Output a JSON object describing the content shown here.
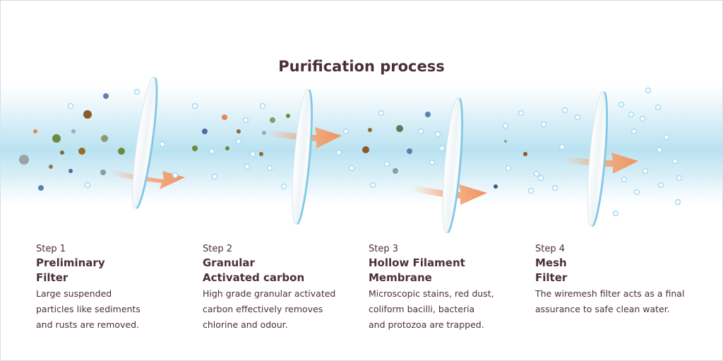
{
  "title": "Purification process",
  "colors": {
    "title": "#4a2f38",
    "text": "#4a2f38",
    "water": "#bfe6f2",
    "arrow": "#f29a6b",
    "filter_edge": "#4fb6df",
    "bubble": "#a9dcf4"
  },
  "steps": [
    {
      "number": "Step 1",
      "name": [
        "Preliminary",
        "Filter"
      ],
      "description": [
        "Large suspended",
        "particles like sediments",
        "and rusts are removed."
      ]
    },
    {
      "number": "Step 2",
      "name": [
        "Granular",
        "Activated carbon"
      ],
      "description": [
        "High grade granular activated",
        "carbon effectively removes",
        "chlorine and odour."
      ]
    },
    {
      "number": "Step 3",
      "name": [
        "Hollow Filament",
        "Membrane"
      ],
      "description": [
        "Microscopic stains, red dust,",
        "coliform bacilli, bacteria",
        "and protozoa are trapped."
      ]
    },
    {
      "number": "Step 4",
      "name": [
        "Mesh",
        "Filter"
      ],
      "description": [
        "The wiremesh filter acts as a final",
        "assurance to safe clean water."
      ]
    }
  ]
}
